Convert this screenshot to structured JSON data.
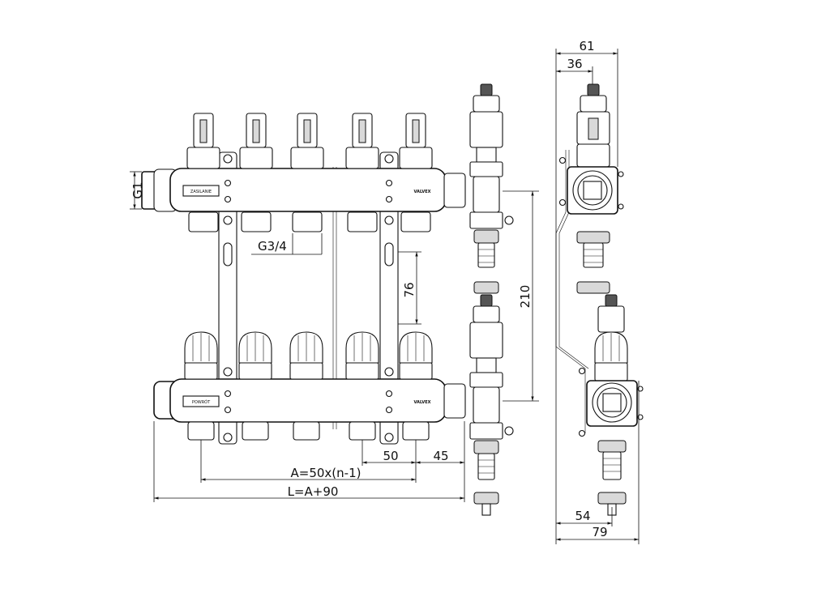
{
  "manifold": {
    "supply_label": "ZASILANIE",
    "return_label": "POWRÓT",
    "brand": "VALVEX"
  },
  "dimensions": {
    "g1": "G1",
    "g34": "G3/4",
    "d76": "76",
    "d210": "210",
    "d50": "50",
    "d45": "45",
    "formula_a": "A=50x(n-1)",
    "formula_l": "L=A+90",
    "d61": "61",
    "d36": "36",
    "d54": "54",
    "d79": "79"
  }
}
